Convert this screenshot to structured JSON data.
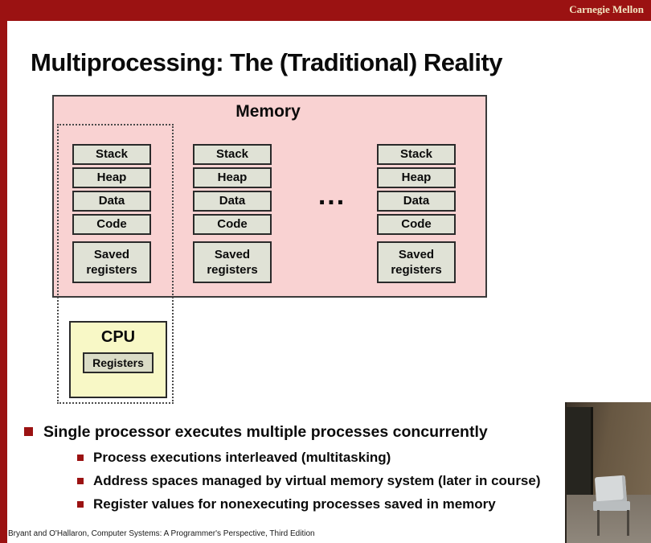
{
  "header": {
    "brand": "Carnegie Mellon"
  },
  "slide": {
    "title": "Multiprocessing: The (Traditional) Reality",
    "footer": "Bryant and O'Hallaron, Computer Systems: A Programmer's Perspective, Third Edition"
  },
  "diagram": {
    "memory_label": "Memory",
    "ellipsis": "...",
    "columns": [
      {
        "segments": [
          "Stack",
          "Heap",
          "Data",
          "Code"
        ],
        "saved_registers": "Saved registers"
      },
      {
        "segments": [
          "Stack",
          "Heap",
          "Data",
          "Code"
        ],
        "saved_registers": "Saved registers"
      },
      {
        "segments": [
          "Stack",
          "Heap",
          "Data",
          "Code"
        ],
        "saved_registers": "Saved registers"
      }
    ],
    "cpu": {
      "label": "CPU",
      "registers": "Registers"
    }
  },
  "bullets": {
    "main": "Single processor executes multiple processes concurrently",
    "sub": [
      "Process executions interleaved (multitasking)",
      "Address spaces managed by virtual memory system (later in course)",
      "Register values for nonexecuting processes saved in memory"
    ]
  },
  "colors": {
    "brand_red": "#9b1212",
    "memory_fill": "#f9d2d2",
    "segment_fill": "#e0e2d6",
    "cpu_fill": "#f8f8c6",
    "registers_fill": "#dadcc6"
  }
}
